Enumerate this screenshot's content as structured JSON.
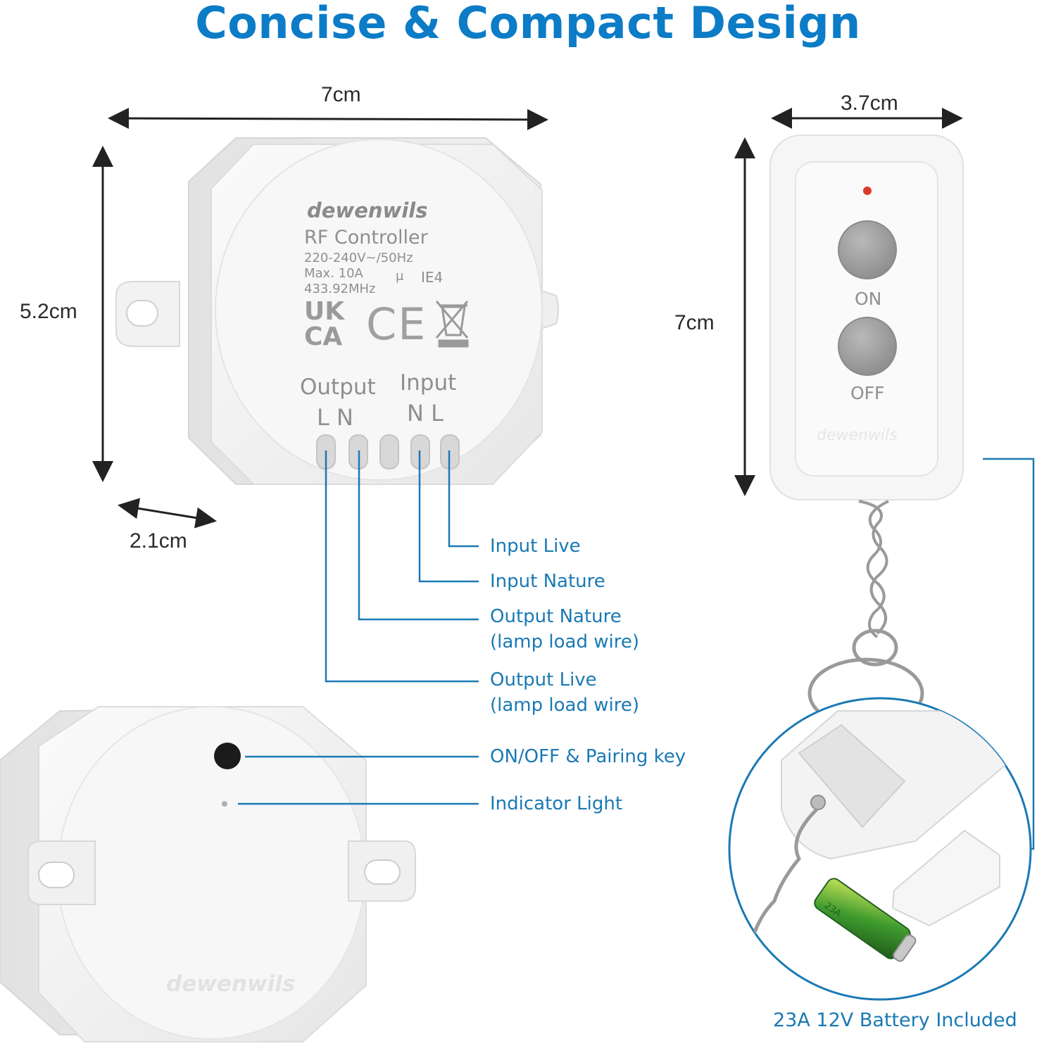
{
  "title": "Concise & Compact Design",
  "dimensions": {
    "module_width": "7cm",
    "module_height": "5.2cm",
    "module_depth": "2.1cm",
    "remote_width": "3.7cm",
    "remote_height": "7cm"
  },
  "module_label": {
    "brand": "dewenwils",
    "product": "RF  Controller",
    "voltage": "220-240V~/50Hz",
    "max_current": "Max. 10A",
    "micro_symbol": "μ",
    "rating": "IE4",
    "frequency": "433.92MHz",
    "ukca_top": "UK",
    "ukca_bottom": "CA",
    "ce_mark": "CE",
    "output_label": "Output",
    "input_label": "Input",
    "output_terminals": "L  N",
    "input_terminals": "N  L"
  },
  "callouts": {
    "input_live": "Input Live",
    "input_nature": "Input Nature",
    "output_nature": "Output Nature",
    "output_nature_note": "(lamp load wire)",
    "output_live": "Output Live",
    "output_live_note": "(lamp load wire)",
    "pairing_key": "ON/OFF & Pairing key",
    "indicator_light": "Indicator Light"
  },
  "remote": {
    "on_label": "ON",
    "off_label": "OFF",
    "brand": "dewenwils",
    "battery_caption": "23A 12V Battery Included",
    "battery_print": "23A"
  },
  "back_module": {
    "brand": "dewenwils"
  },
  "colors": {
    "accent_blue": "#0c7cc7",
    "callout_blue": "#1a79b4",
    "device_white": "#f4f4f4",
    "button_gray": "#9e9e9e",
    "led_red": "#d93a2b",
    "battery_green": "#3f9b2e"
  }
}
